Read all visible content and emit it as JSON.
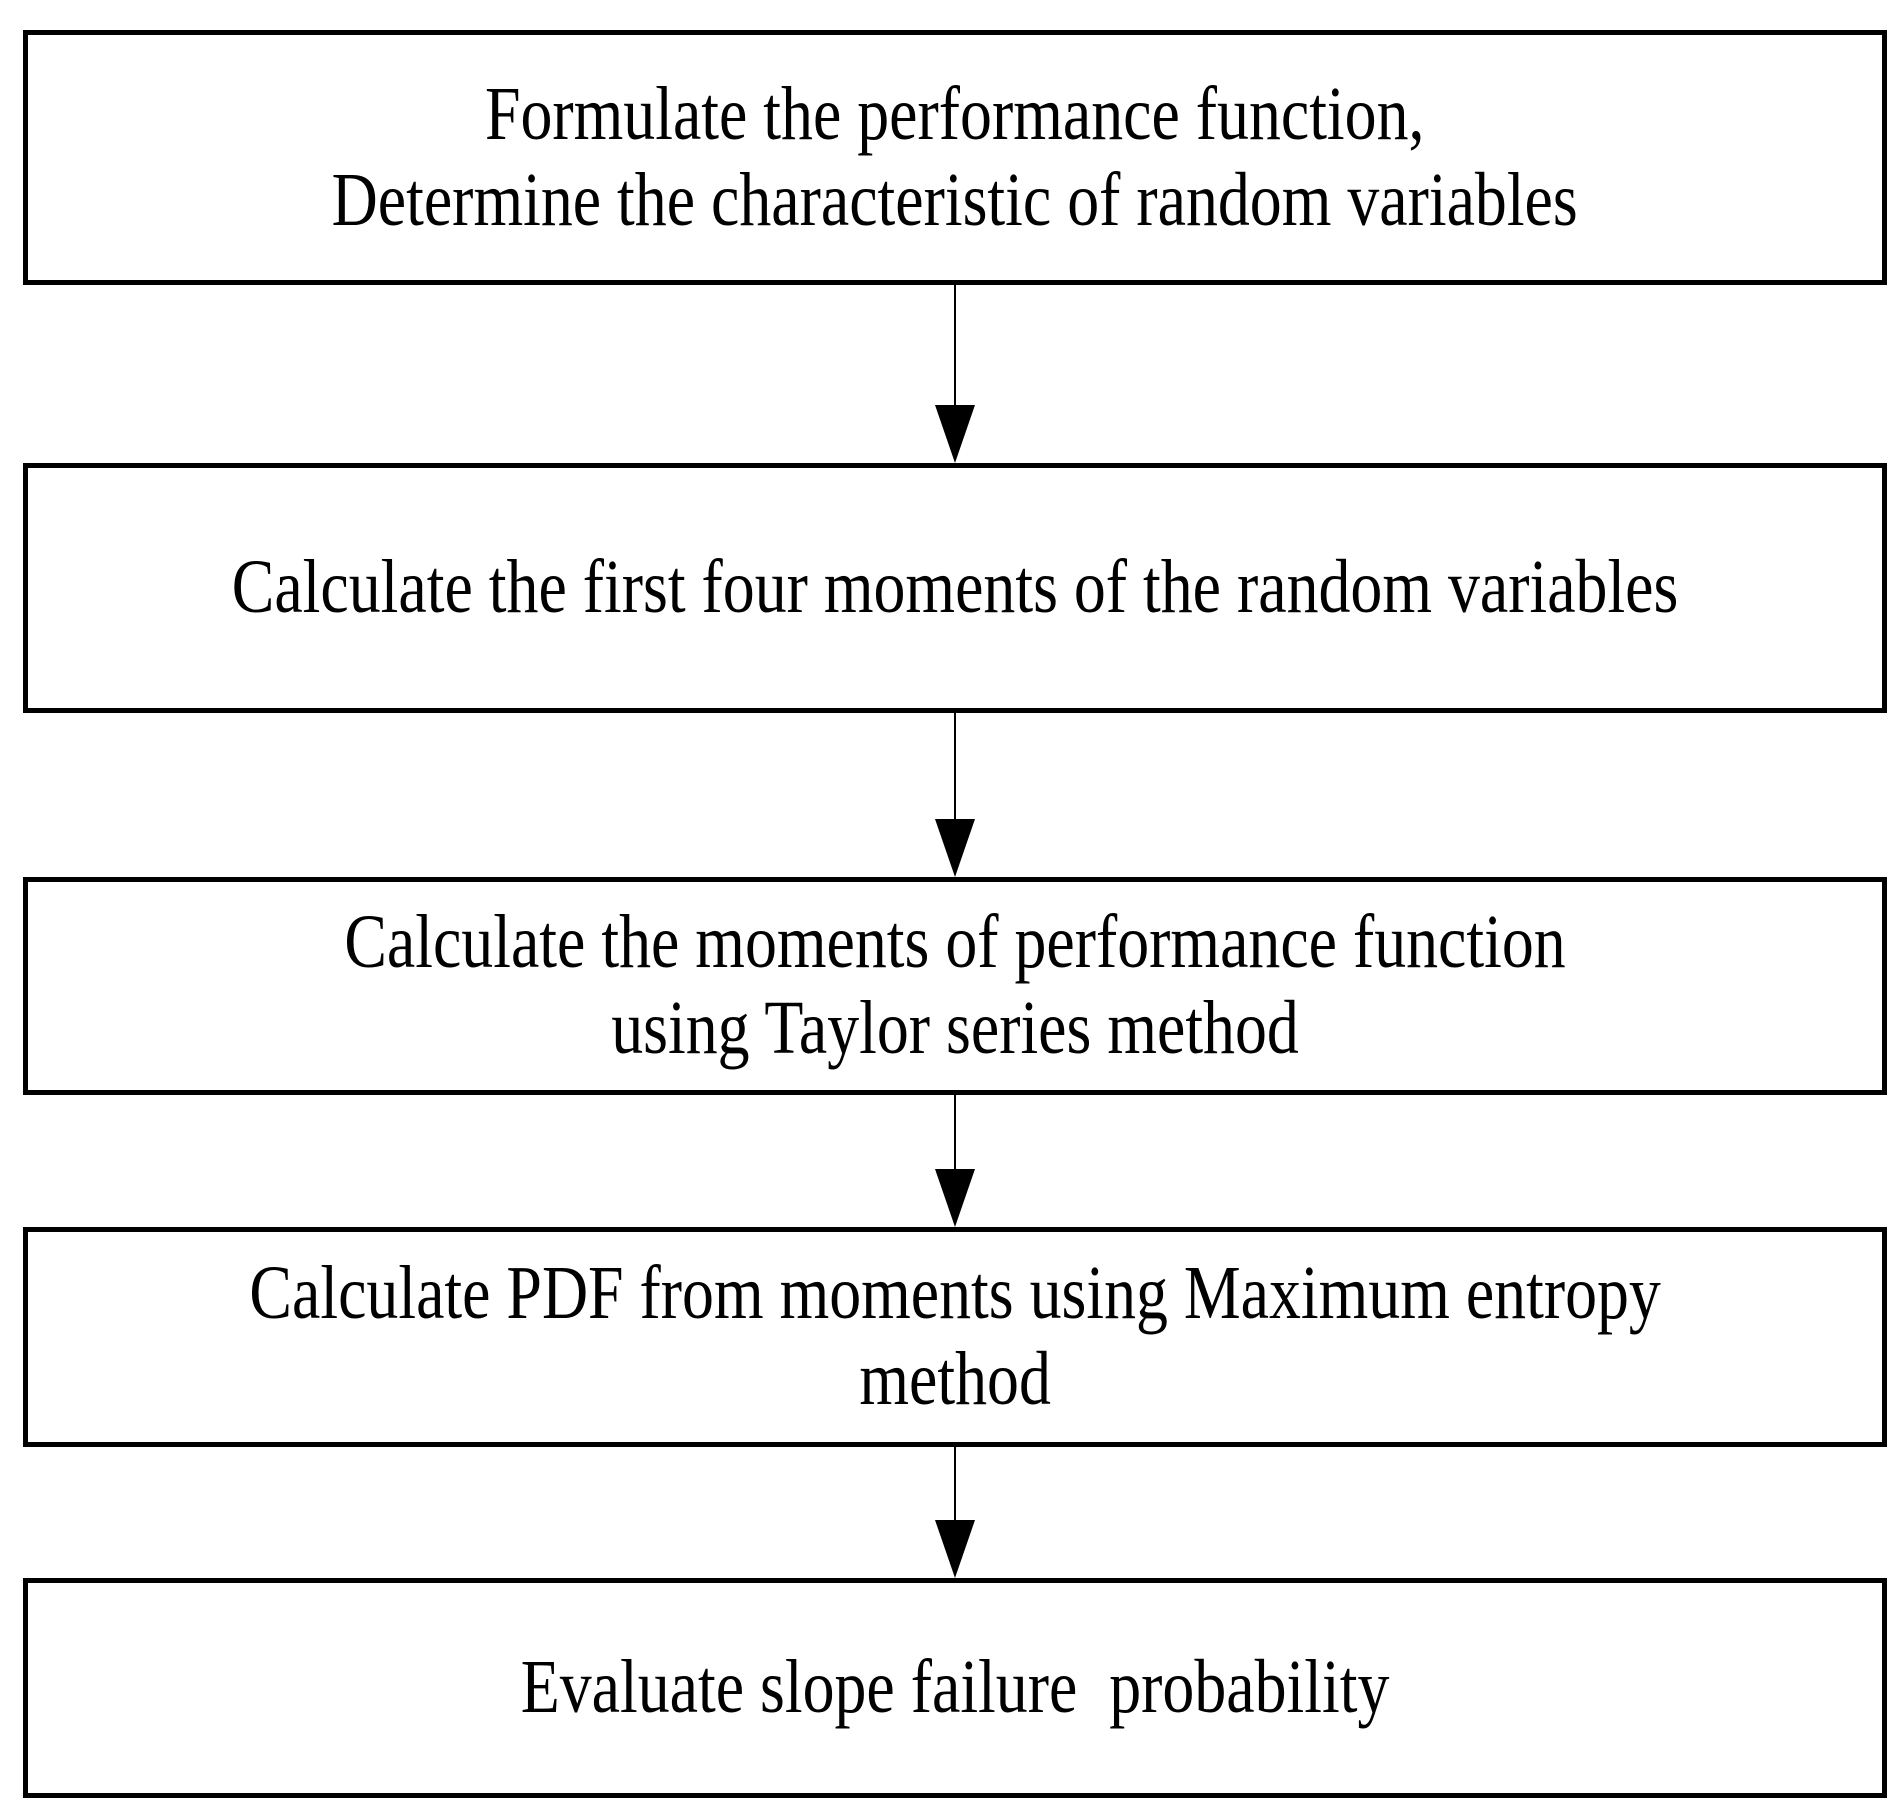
{
  "diagram": {
    "type": "flowchart",
    "colors": {
      "background": "#ffffff",
      "box_fill": "#ffffff",
      "border": "#000000",
      "text": "#000000",
      "arrow": "#000000"
    },
    "steps": [
      {
        "label": "Formulate the performance function,\nDetermine the characteristic of random variables"
      },
      {
        "label": "Calculate the first four moments of the random variables"
      },
      {
        "label": "Calculate the moments of performance function\nusing Taylor series method"
      },
      {
        "label": "Calculate PDF from moments using Maximum entropy\nmethod"
      },
      {
        "label": "Evaluate slope failure  probability"
      }
    ],
    "connectors": [
      {
        "from": 1,
        "to": 2,
        "direction": "down"
      },
      {
        "from": 2,
        "to": 3,
        "direction": "down"
      },
      {
        "from": 3,
        "to": 4,
        "direction": "down"
      },
      {
        "from": 4,
        "to": 5,
        "direction": "down"
      }
    ]
  }
}
